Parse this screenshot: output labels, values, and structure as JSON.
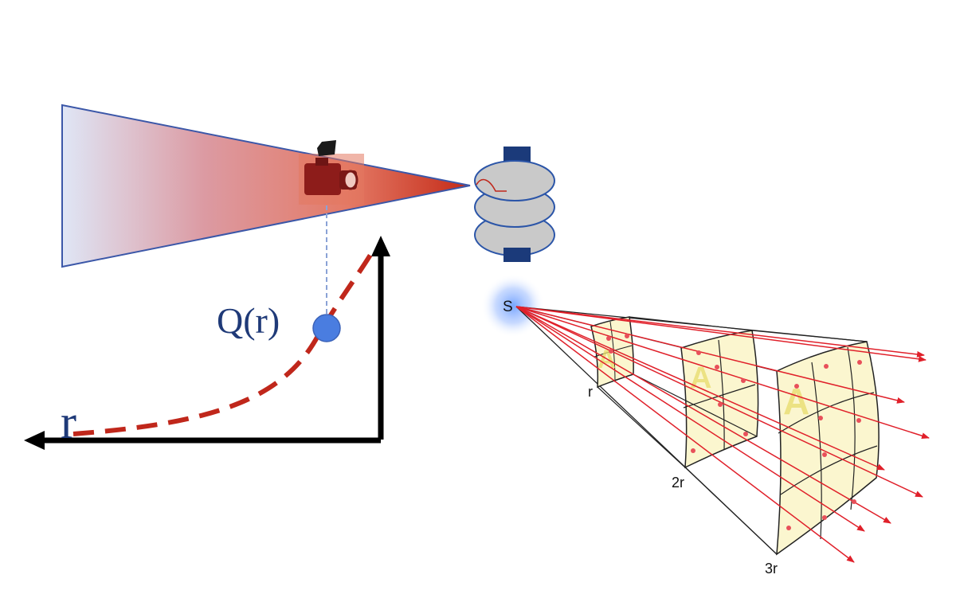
{
  "labels": {
    "q_of_r": "Q(r)",
    "r_axis": "r",
    "source": "S",
    "dist_1": "r",
    "dist_2": "2r",
    "dist_3": "3r",
    "area": "A"
  },
  "colors": {
    "cone_apex": "#c42a17",
    "cone_base": "#dfe6f6",
    "cone_edge": "#3b57a8",
    "curve": "#c0271b",
    "point": "#4a7de0",
    "label_blue": "#1f3a78",
    "disk_fill": "#c9c9c9",
    "disk_cap": "#1b3a7a",
    "panel_fill": "#fbf6cf",
    "ray": "#e0202a"
  },
  "icons": [
    "video-camera-icon",
    "ion-trap-icon",
    "light-source-icon"
  ]
}
